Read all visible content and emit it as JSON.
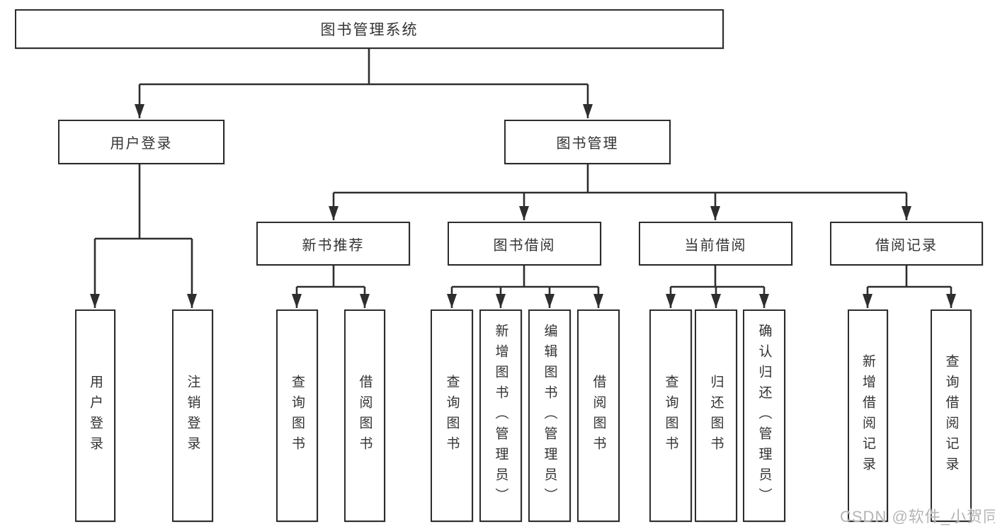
{
  "nodes": {
    "root": "图书管理系统",
    "user_login": "用户登录",
    "book_management": "图书管理",
    "new_book_recommend": "新书推荐",
    "book_borrow": "图书借阅",
    "current_borrow": "当前借阅",
    "borrow_record": "借阅记录",
    "leaf_user_login": "用户登录",
    "leaf_logout": "注销登录",
    "leaf_nb_query_book": "查询图书",
    "leaf_nb_borrow_book": "借阅图书",
    "leaf_bb_query_book": "查询图书",
    "leaf_bb_add_book": "新增图书（管理员）",
    "leaf_bb_edit_book": "编辑图书（管理员）",
    "leaf_bb_borrow_book": "借阅图书",
    "leaf_cb_query_book": "查询图书",
    "leaf_cb_return_book": "归还图书",
    "leaf_cb_confirm_return": "确认归还（管理员）",
    "leaf_br_add_record": "新增借阅记录",
    "leaf_br_query_record": "查询借阅记录"
  },
  "watermark": "CSDN @软件_小贺同学",
  "colors": {
    "line": "#2e2e2e",
    "border": "#2d2d2d",
    "text": "#333333",
    "watermark": "#b5b5b5",
    "background": "#ffffff"
  }
}
